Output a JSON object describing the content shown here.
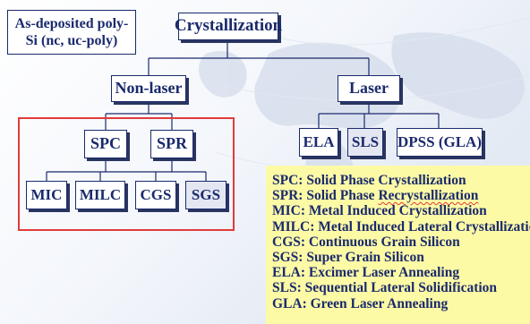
{
  "nodes": {
    "as_deposited_line1": "As-deposited poly-",
    "as_deposited_line2": "Si (nc, uc-poly)",
    "crystallization": "Crystallization",
    "non_laser": "Non-laser",
    "laser": "Laser",
    "spc": "SPC",
    "spr": "SPR",
    "mic": "MIC",
    "milc": "MILC",
    "cgs": "CGS",
    "sgs": "SGS",
    "ela": "ELA",
    "sls": "SLS",
    "dpss": "DPSS (GLA)"
  },
  "legend": {
    "spc": "SPC: Solid Phase Crystallization",
    "spr_prefix": "SPR: Solid Phase ",
    "spr_word": "Recrystallization",
    "mic": "MIC: Metal Induced Crystallization",
    "milc": "MILC: Metal Induced Lateral Crystallization",
    "cgs": "CGS: Continuous Grain Silicon",
    "sgs": "SGS: Super Grain Silicon",
    "ela": "ELA: Excimer Laser Annealing",
    "sls": "SLS: Sequential Lateral Solidification",
    "gla": "GLA: Green Laser Annealing"
  },
  "colors": {
    "text": "#1a2a6c",
    "connector": "#1a2a6c",
    "highlight_frame": "#e23b3b",
    "legend_background": "#fdfaa6",
    "shaded_box": "#e4e6f2"
  }
}
